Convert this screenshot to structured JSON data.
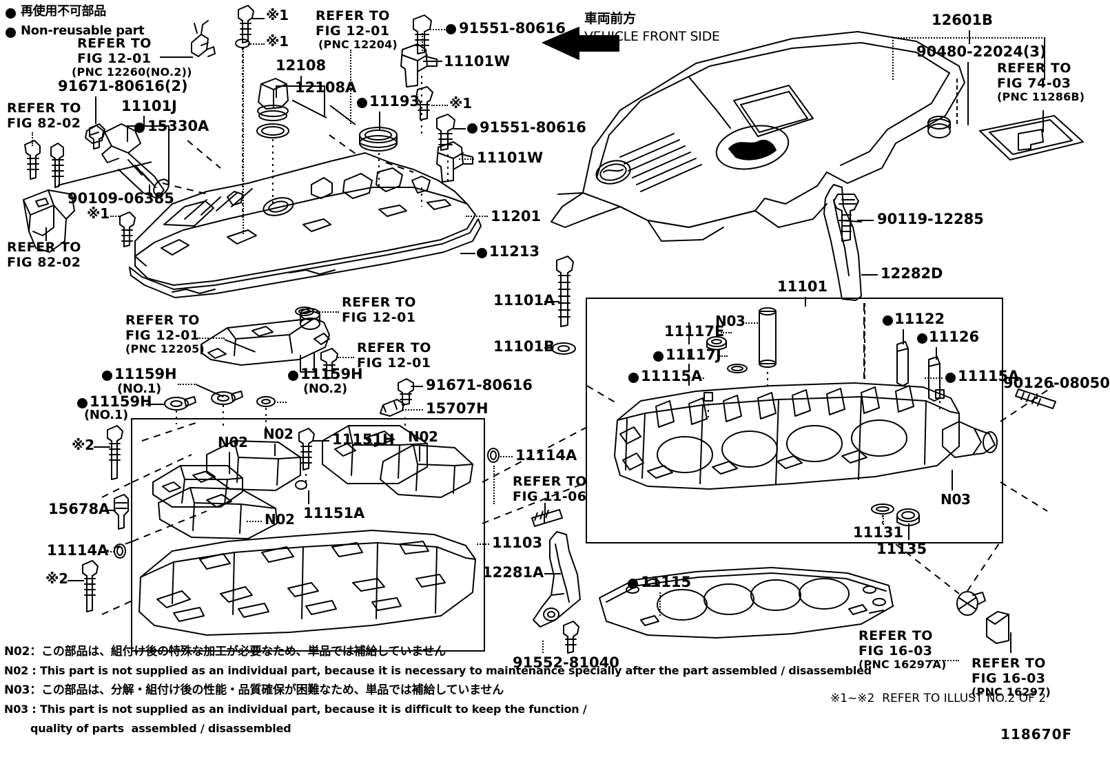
{
  "diagram": {
    "figure_code": "118670F",
    "illust_note": "※1~※2  REFER TO ILLUST NO.2 OF 2"
  },
  "legend": {
    "japanese": "再使用不可部品",
    "english": "Non-reusable part"
  },
  "orientation": {
    "japanese": "車両前方",
    "english": "VEHICLE FRONT SIDE"
  },
  "notes": [
    {
      "id": "N02",
      "lang": "ja",
      "text": "N02：この部品は、組付け後の特殊な加工が必要なため、単品では補給していません"
    },
    {
      "id": "N02",
      "lang": "en",
      "text": "N02 : This part is not supplied as an individual part, because it is necessary to maintenance specially after the part assembled / disassembled"
    },
    {
      "id": "N03",
      "lang": "ja",
      "text": "N03：この部品は、分解・組付け後の性能・品質確保が困難なため、単品では補給していません"
    },
    {
      "id": "N03",
      "lang": "en",
      "text": "N03 : This part is not supplied as an individual part, because it is difficult to keep the function /"
    },
    {
      "id": "N03",
      "lang": "en",
      "text": "quality of parts  assembled / disassembled"
    }
  ],
  "refer_blocks": [
    {
      "id": "r1",
      "line1": "REFER TO",
      "line2": "FIG 12-01",
      "pnc": "(PNC 12260(NO.2))"
    },
    {
      "id": "r2",
      "line1": "REFER TO",
      "line2": "FIG 82-02",
      "pnc": ""
    },
    {
      "id": "r3",
      "line1": "REFER TO",
      "line2": "FIG 82-02",
      "pnc": ""
    },
    {
      "id": "r4",
      "line1": "REFER TO",
      "line2": "FIG 12-01",
      "pnc": "(PNC 12204)"
    },
    {
      "id": "r5",
      "line1": "REFER TO",
      "line2": "FIG 74-03",
      "pnc": "(PNC 11286B)"
    },
    {
      "id": "r6",
      "line1": "REFER TO",
      "line2": "FIG 12-01",
      "pnc": ""
    },
    {
      "id": "r7",
      "line1": "REFER TO",
      "line2": "FIG 12-01",
      "pnc": "(PNC 12205)"
    },
    {
      "id": "r8",
      "line1": "REFER TO",
      "line2": "FIG 12-01",
      "pnc": ""
    },
    {
      "id": "r9",
      "line1": "REFER TO",
      "line2": "FIG 11-06",
      "pnc": ""
    },
    {
      "id": "r10",
      "line1": "REFER TO",
      "line2": "FIG 16-03",
      "pnc": "(PNC 16297A)"
    },
    {
      "id": "r11",
      "line1": "REFER TO",
      "line2": "FIG 16-03",
      "pnc": "(PNC 16297)"
    }
  ],
  "part_labels": [
    {
      "id": "p_91671_2",
      "text": "91671-80616(2)",
      "dot": false
    },
    {
      "id": "p_11101J",
      "text": "11101J",
      "dot": false
    },
    {
      "id": "p_15330A",
      "text": "15330A",
      "dot": true
    },
    {
      "id": "p_90109",
      "text": "90109-06385",
      "dot": false
    },
    {
      "id": "p_12108",
      "text": "12108",
      "dot": false
    },
    {
      "id": "p_12108A",
      "text": "12108A",
      "dot": false
    },
    {
      "id": "p_11193",
      "text": "11193",
      "dot": true
    },
    {
      "id": "p_91551_a",
      "text": "91551-80616",
      "dot": true
    },
    {
      "id": "p_91551_b",
      "text": "91551-80616",
      "dot": true
    },
    {
      "id": "p_11101W_a",
      "text": "11101W",
      "dot": false
    },
    {
      "id": "p_11101W_b",
      "text": "11101W",
      "dot": false
    },
    {
      "id": "p_12601B",
      "text": "12601B",
      "dot": false
    },
    {
      "id": "p_90480",
      "text": "90480-22024(3)",
      "dot": false
    },
    {
      "id": "p_11201",
      "text": "11201",
      "dot": false
    },
    {
      "id": "p_11213",
      "text": "11213",
      "dot": true
    },
    {
      "id": "p_11101A",
      "text": "11101A",
      "dot": false
    },
    {
      "id": "p_11101B",
      "text": "11101B",
      "dot": false
    },
    {
      "id": "p_11159H_1a",
      "text": "11159H",
      "dot": true,
      "sub": "(NO.1)"
    },
    {
      "id": "p_11159H_1b",
      "text": "11159H",
      "dot": true,
      "sub": "(NO.1)"
    },
    {
      "id": "p_11159H_2",
      "text": "11159H",
      "dot": true,
      "sub": "(NO.2)"
    },
    {
      "id": "p_91671",
      "text": "91671-80616",
      "dot": false
    },
    {
      "id": "p_15707H",
      "text": "15707H",
      "dot": false
    },
    {
      "id": "p_11151H",
      "text": "11151H",
      "dot": false
    },
    {
      "id": "p_11151A",
      "text": "11151A",
      "dot": false
    },
    {
      "id": "p_15678A",
      "text": "15678A",
      "dot": false
    },
    {
      "id": "p_11114A_a",
      "text": "11114A",
      "dot": false
    },
    {
      "id": "p_11114A_b",
      "text": "11114A",
      "dot": false
    },
    {
      "id": "p_11103",
      "text": "11103",
      "dot": false
    },
    {
      "id": "p_12281A",
      "text": "12281A",
      "dot": false
    },
    {
      "id": "p_91552",
      "text": "91552-81040",
      "dot": false
    },
    {
      "id": "p_11115",
      "text": "11115",
      "dot": true
    },
    {
      "id": "p_11101",
      "text": "11101",
      "dot": false
    },
    {
      "id": "p_90119",
      "text": "90119-12285",
      "dot": false
    },
    {
      "id": "p_12282D",
      "text": "12282D",
      "dot": false
    },
    {
      "id": "p_11122",
      "text": "11122",
      "dot": true
    },
    {
      "id": "p_11126",
      "text": "11126",
      "dot": true
    },
    {
      "id": "p_11117E",
      "text": "11117E",
      "dot": false
    },
    {
      "id": "p_11117J",
      "text": "11117J",
      "dot": true
    },
    {
      "id": "p_11115A_a",
      "text": "11115A",
      "dot": true
    },
    {
      "id": "p_11115A_b",
      "text": "11115A",
      "dot": true
    },
    {
      "id": "p_90126",
      "text": "90126-08050",
      "dot": false
    },
    {
      "id": "p_11131",
      "text": "11131",
      "dot": false
    },
    {
      "id": "p_11135",
      "text": "11135",
      "dot": false
    }
  ],
  "marks": {
    "star1": "※1",
    "star2": "※2",
    "n02": "N02",
    "n03": "N03"
  },
  "colors": {
    "ink": "#000000",
    "paper": "#ffffff"
  }
}
